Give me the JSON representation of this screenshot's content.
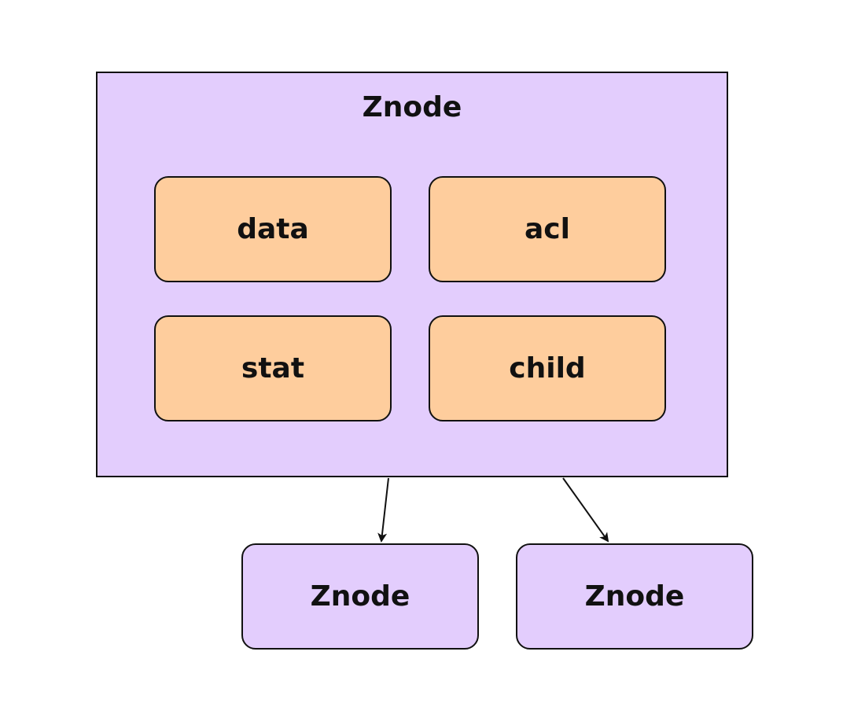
{
  "diagram": {
    "parent": {
      "title": "Znode",
      "fill": "#e3cdfd",
      "fields": [
        {
          "label": "data",
          "fill": "#fecd9d"
        },
        {
          "label": "acl",
          "fill": "#fecd9d"
        },
        {
          "label": "stat",
          "fill": "#fecd9d"
        },
        {
          "label": "child",
          "fill": "#fecd9d"
        }
      ]
    },
    "children": [
      {
        "label": "Znode",
        "fill": "#e3cdfd"
      },
      {
        "label": "Znode",
        "fill": "#e3cdfd"
      }
    ],
    "edges": [
      {
        "from": "parent",
        "to": "children.0"
      },
      {
        "from": "parent",
        "to": "children.1"
      }
    ]
  }
}
